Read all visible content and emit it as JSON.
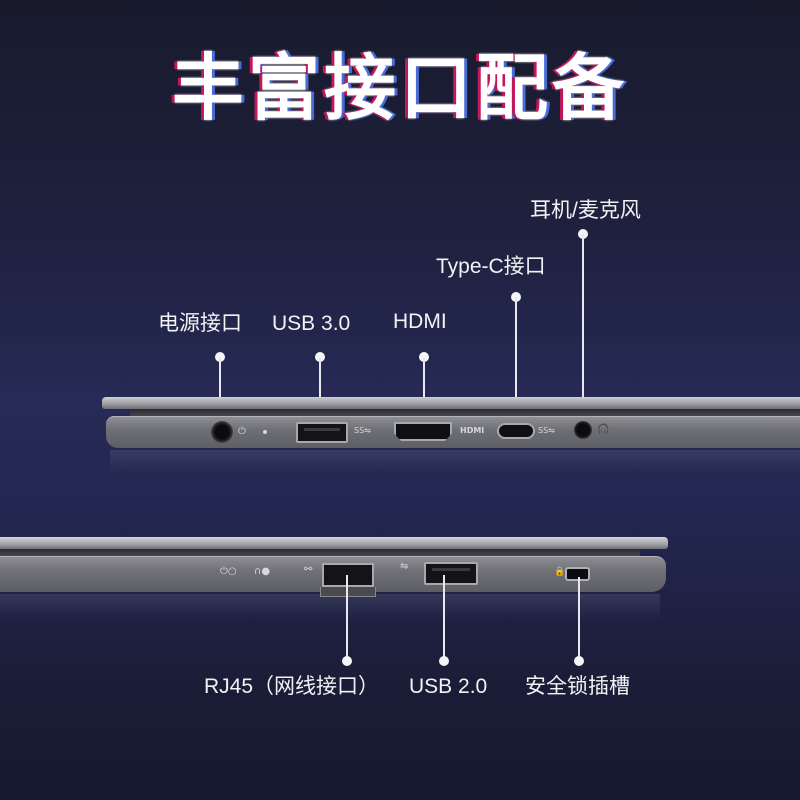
{
  "title": "丰富接口配备",
  "top_laptop": {
    "labels": {
      "power": "电源接口",
      "usb3": "USB 3.0",
      "hdmi": "HDMI",
      "typec": "Type-C接口",
      "audio": "耳机/麦克风"
    },
    "port_markings": {
      "power_icon": "⏻",
      "usb3_logo": "SS⇋",
      "hdmi_text": "HDMI",
      "typec_logo": "SS⇋",
      "audio_icon": "🎧"
    }
  },
  "bottom_laptop": {
    "labels": {
      "rj45": "RJ45（网线接口）",
      "usb2": "USB 2.0",
      "lock": "安全锁插槽"
    },
    "port_markings": {
      "power_led_icon": "⏻○",
      "charge_led_icon": "∩●",
      "network_icon": "⚯",
      "usb_icon": "⇋",
      "lock_icon": "🔒"
    }
  },
  "colors": {
    "background_top": "#181a2c",
    "background_mid": "#262a55",
    "title_shadow_red": "#c2185b",
    "title_shadow_blue": "#4a6cd6",
    "laptop_body": "#7a7b80",
    "callout_line": "#e8e8ee"
  }
}
